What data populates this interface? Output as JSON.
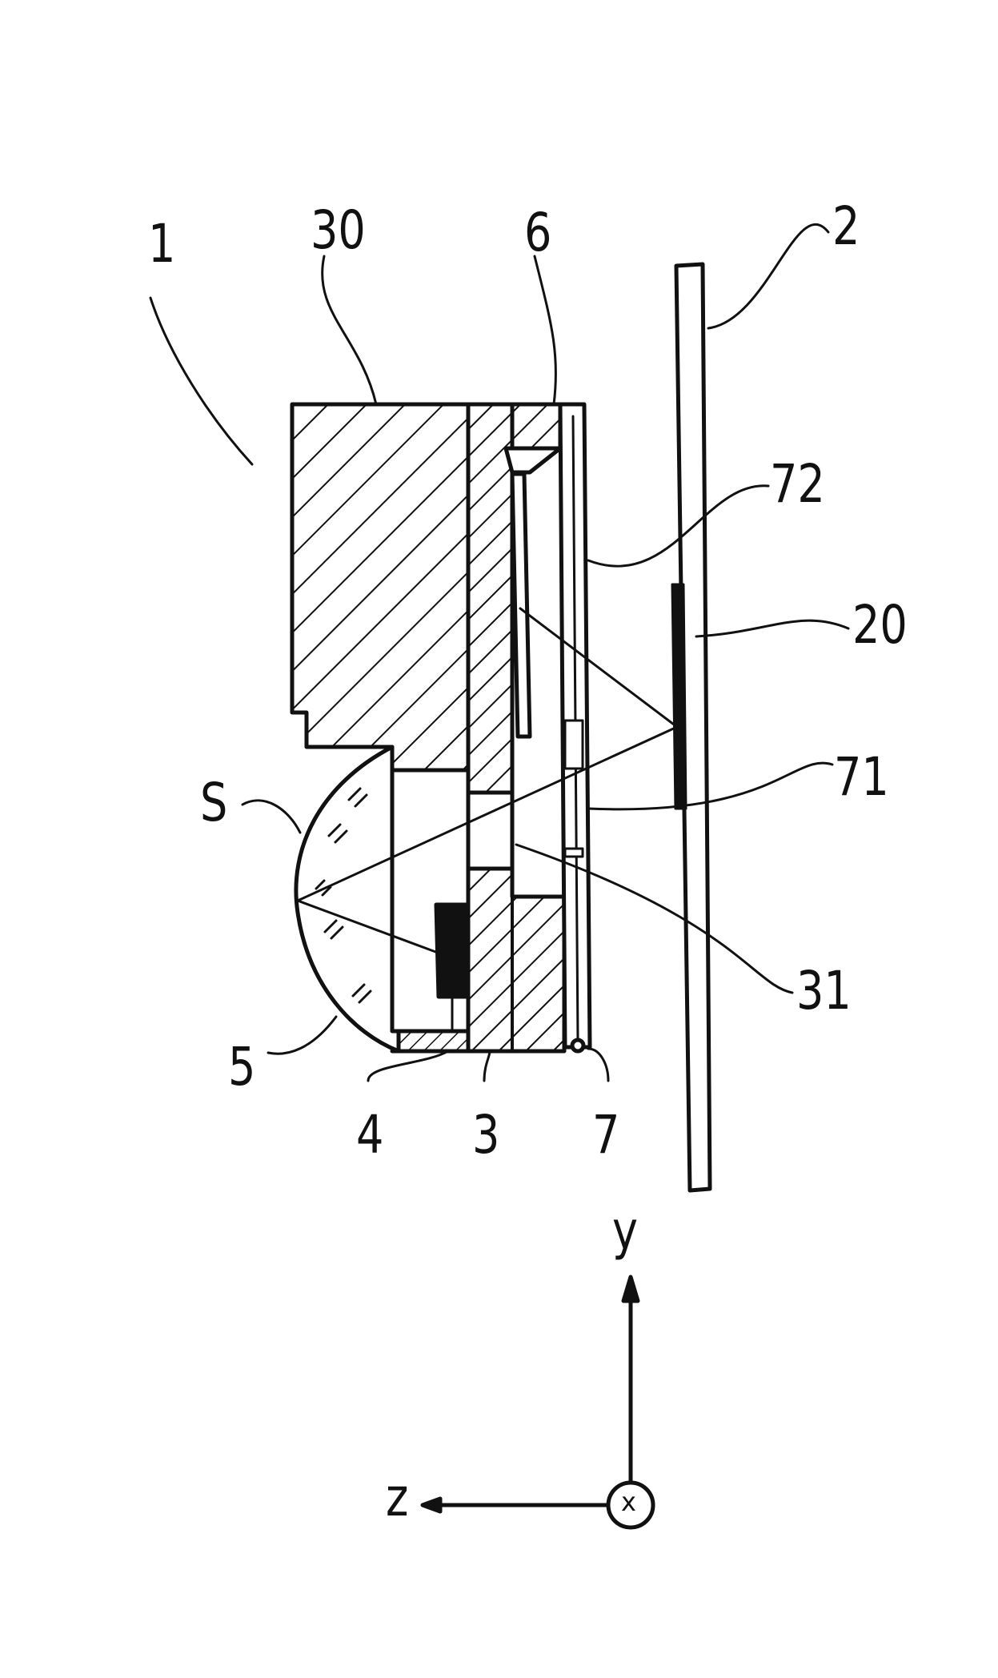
{
  "labels": {
    "device": "1",
    "carrier": "2",
    "housing": "3",
    "emitter": "4",
    "lens": "5",
    "mirror": "6",
    "window": "7",
    "structure": "20",
    "block": "30",
    "opening": "31",
    "window_part_lower": "71",
    "window_part_upper": "72",
    "surface": "S"
  },
  "axes": {
    "y": "y",
    "z": "z",
    "x": "x"
  },
  "colors": {
    "ink": "#111111",
    "paper": "#ffffff"
  }
}
